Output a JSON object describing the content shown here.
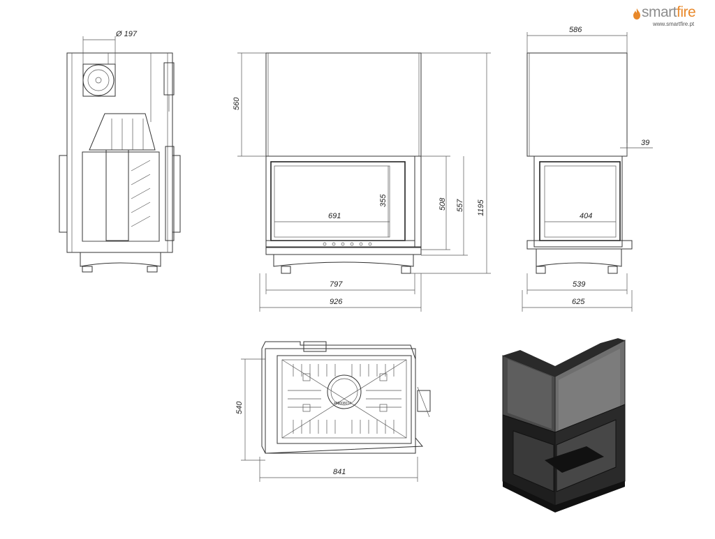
{
  "brand": {
    "name_prefix": "smart",
    "name_suffix": "fire",
    "url": "www.smartfire.pt",
    "accent": "#e8882a"
  },
  "dimensions": {
    "flue_diameter": "Ø 197",
    "front_upper_height": "560",
    "front_glass_height": "355",
    "front_glass_width": "691",
    "front_508": "508",
    "front_557": "557",
    "front_total_height": "1195",
    "front_797": "797",
    "front_width": "926",
    "side_top_width": "586",
    "side_39": "39",
    "side_glass_width": "404",
    "side_539": "539",
    "side_width": "625",
    "top_depth": "540",
    "top_width": "841"
  },
  "labels": {
    "grate_code": "498008014"
  }
}
